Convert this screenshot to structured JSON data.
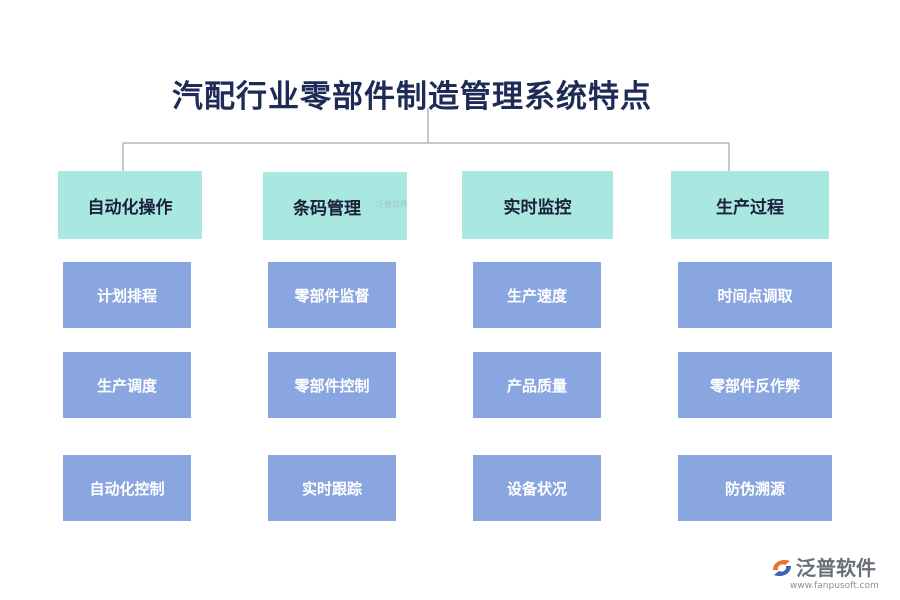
{
  "diagram": {
    "title": "汽配行业零部件制造管理系统特点",
    "columns": [
      {
        "header": "自动化操作",
        "items": [
          "计划排程",
          "生产调度",
          "自动化控制"
        ]
      },
      {
        "header": "条码管理",
        "items": [
          "零部件监督",
          "零部件控制",
          "实时跟踪"
        ]
      },
      {
        "header": "实时监控",
        "items": [
          "生产速度",
          "产品质量",
          "设备状况"
        ]
      },
      {
        "header": "生产过程",
        "items": [
          "时间点调取",
          "零部件反作弊",
          "防伪溯源"
        ]
      }
    ]
  },
  "watermark": {
    "small": "泛普软件"
  },
  "logo": {
    "name": "泛普软件",
    "url": "www.fanpusoft.com"
  },
  "colors": {
    "header_bg": "#a8e8e0",
    "item_bg": "#8aa6e0",
    "line": "#b5b5b5",
    "title": "#1f2b57"
  }
}
